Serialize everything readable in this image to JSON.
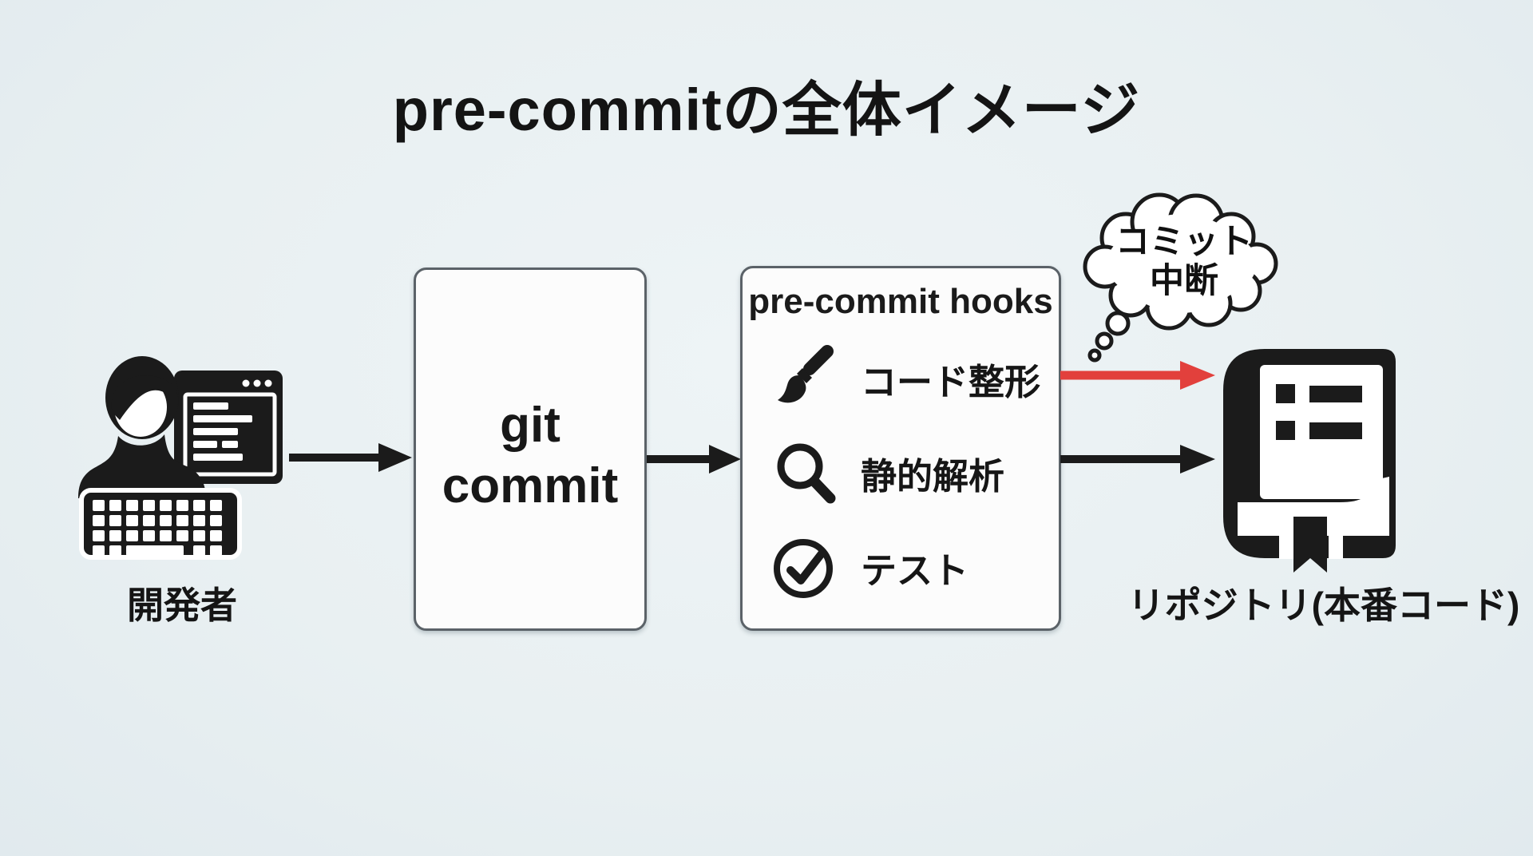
{
  "title": "pre-commitの全体イメージ",
  "colors": {
    "background": "#e9f0f2",
    "box_fill": "#fcfcfc",
    "box_border": "#5b6268",
    "ink": "#1b1b1b",
    "arrow_red": "#e2403c"
  },
  "developer": {
    "label": "開発者",
    "icon": "developer-at-keyboard-icon"
  },
  "git_commit_box": {
    "line1": "git",
    "line2": "commit"
  },
  "hooks_box": {
    "title": "pre-commit hooks",
    "items": [
      {
        "icon": "paintbrush-icon",
        "label": "コード整形"
      },
      {
        "icon": "magnifier-icon",
        "label": "静的解析"
      },
      {
        "icon": "check-circle-icon",
        "label": "テスト"
      }
    ]
  },
  "thought_bubble": {
    "line1": "コミット",
    "line2": "中断"
  },
  "repository": {
    "label": "リポジトリ(本番コード)",
    "icon": "book-icon"
  },
  "flow": {
    "arrow1": "developer-to-git-commit",
    "arrow2": "git-commit-to-hooks",
    "arrow3_red": "hooks-to-commit-abort",
    "arrow4": "hooks-to-repository"
  }
}
